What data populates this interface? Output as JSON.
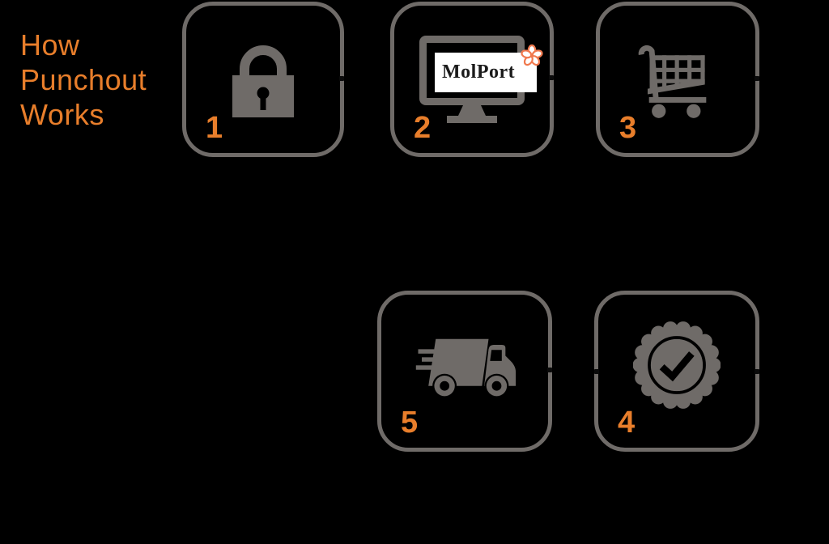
{
  "page": {
    "background_color": "#000000",
    "accent_color": "#E87E2B",
    "gray_color": "#6F6B68"
  },
  "title": {
    "lines": [
      "How",
      "Punchout",
      "Works"
    ],
    "color": "#E87E2B"
  },
  "diagram": {
    "box_border_color": "#6F6B68",
    "icon_color": "#6F6B68",
    "number_color": "#E87E2B",
    "steps": [
      {
        "number": "1",
        "icon": "padlock-icon"
      },
      {
        "number": "2",
        "icon": "monitor-icon",
        "logo": {
          "text": "MolPort",
          "text_color": "#1B1B1B",
          "bg_color": "#FFFFFF",
          "flower_color": "#F0794E"
        }
      },
      {
        "number": "3",
        "icon": "shopping-cart-icon"
      },
      {
        "number": "4",
        "icon": "award-badge-icon"
      },
      {
        "number": "5",
        "icon": "delivery-truck-icon"
      }
    ]
  }
}
